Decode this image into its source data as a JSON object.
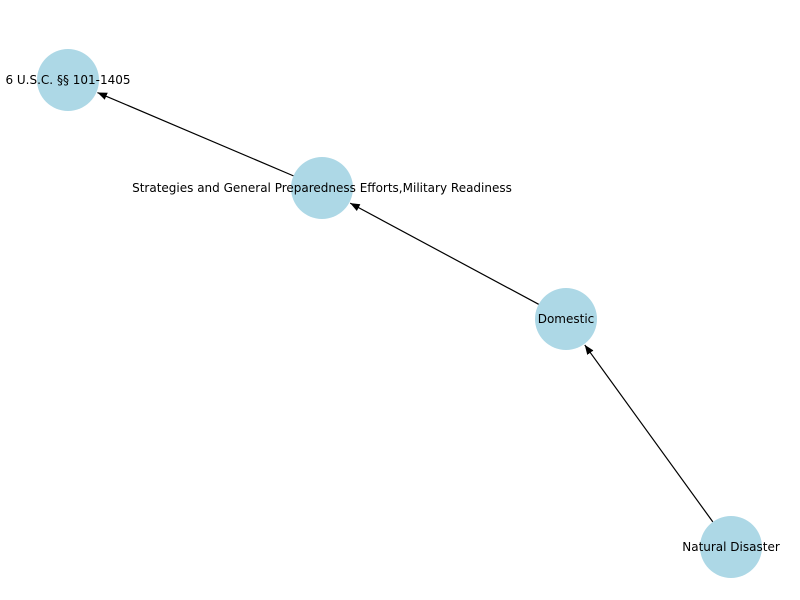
{
  "graph": {
    "node_color": "#add8e6",
    "edge_color": "#000000",
    "nodes": [
      {
        "id": "statute",
        "label": "6 U.S.C. §§ 101-1405"
      },
      {
        "id": "strategies",
        "label": "Strategies and General Preparedness Efforts,Military Readiness"
      },
      {
        "id": "domestic",
        "label": "Domestic"
      },
      {
        "id": "natural",
        "label": "Natural Disaster"
      }
    ],
    "edges": [
      {
        "from": "natural",
        "to": "domestic"
      },
      {
        "from": "domestic",
        "to": "strategies"
      },
      {
        "from": "strategies",
        "to": "statute"
      }
    ]
  }
}
